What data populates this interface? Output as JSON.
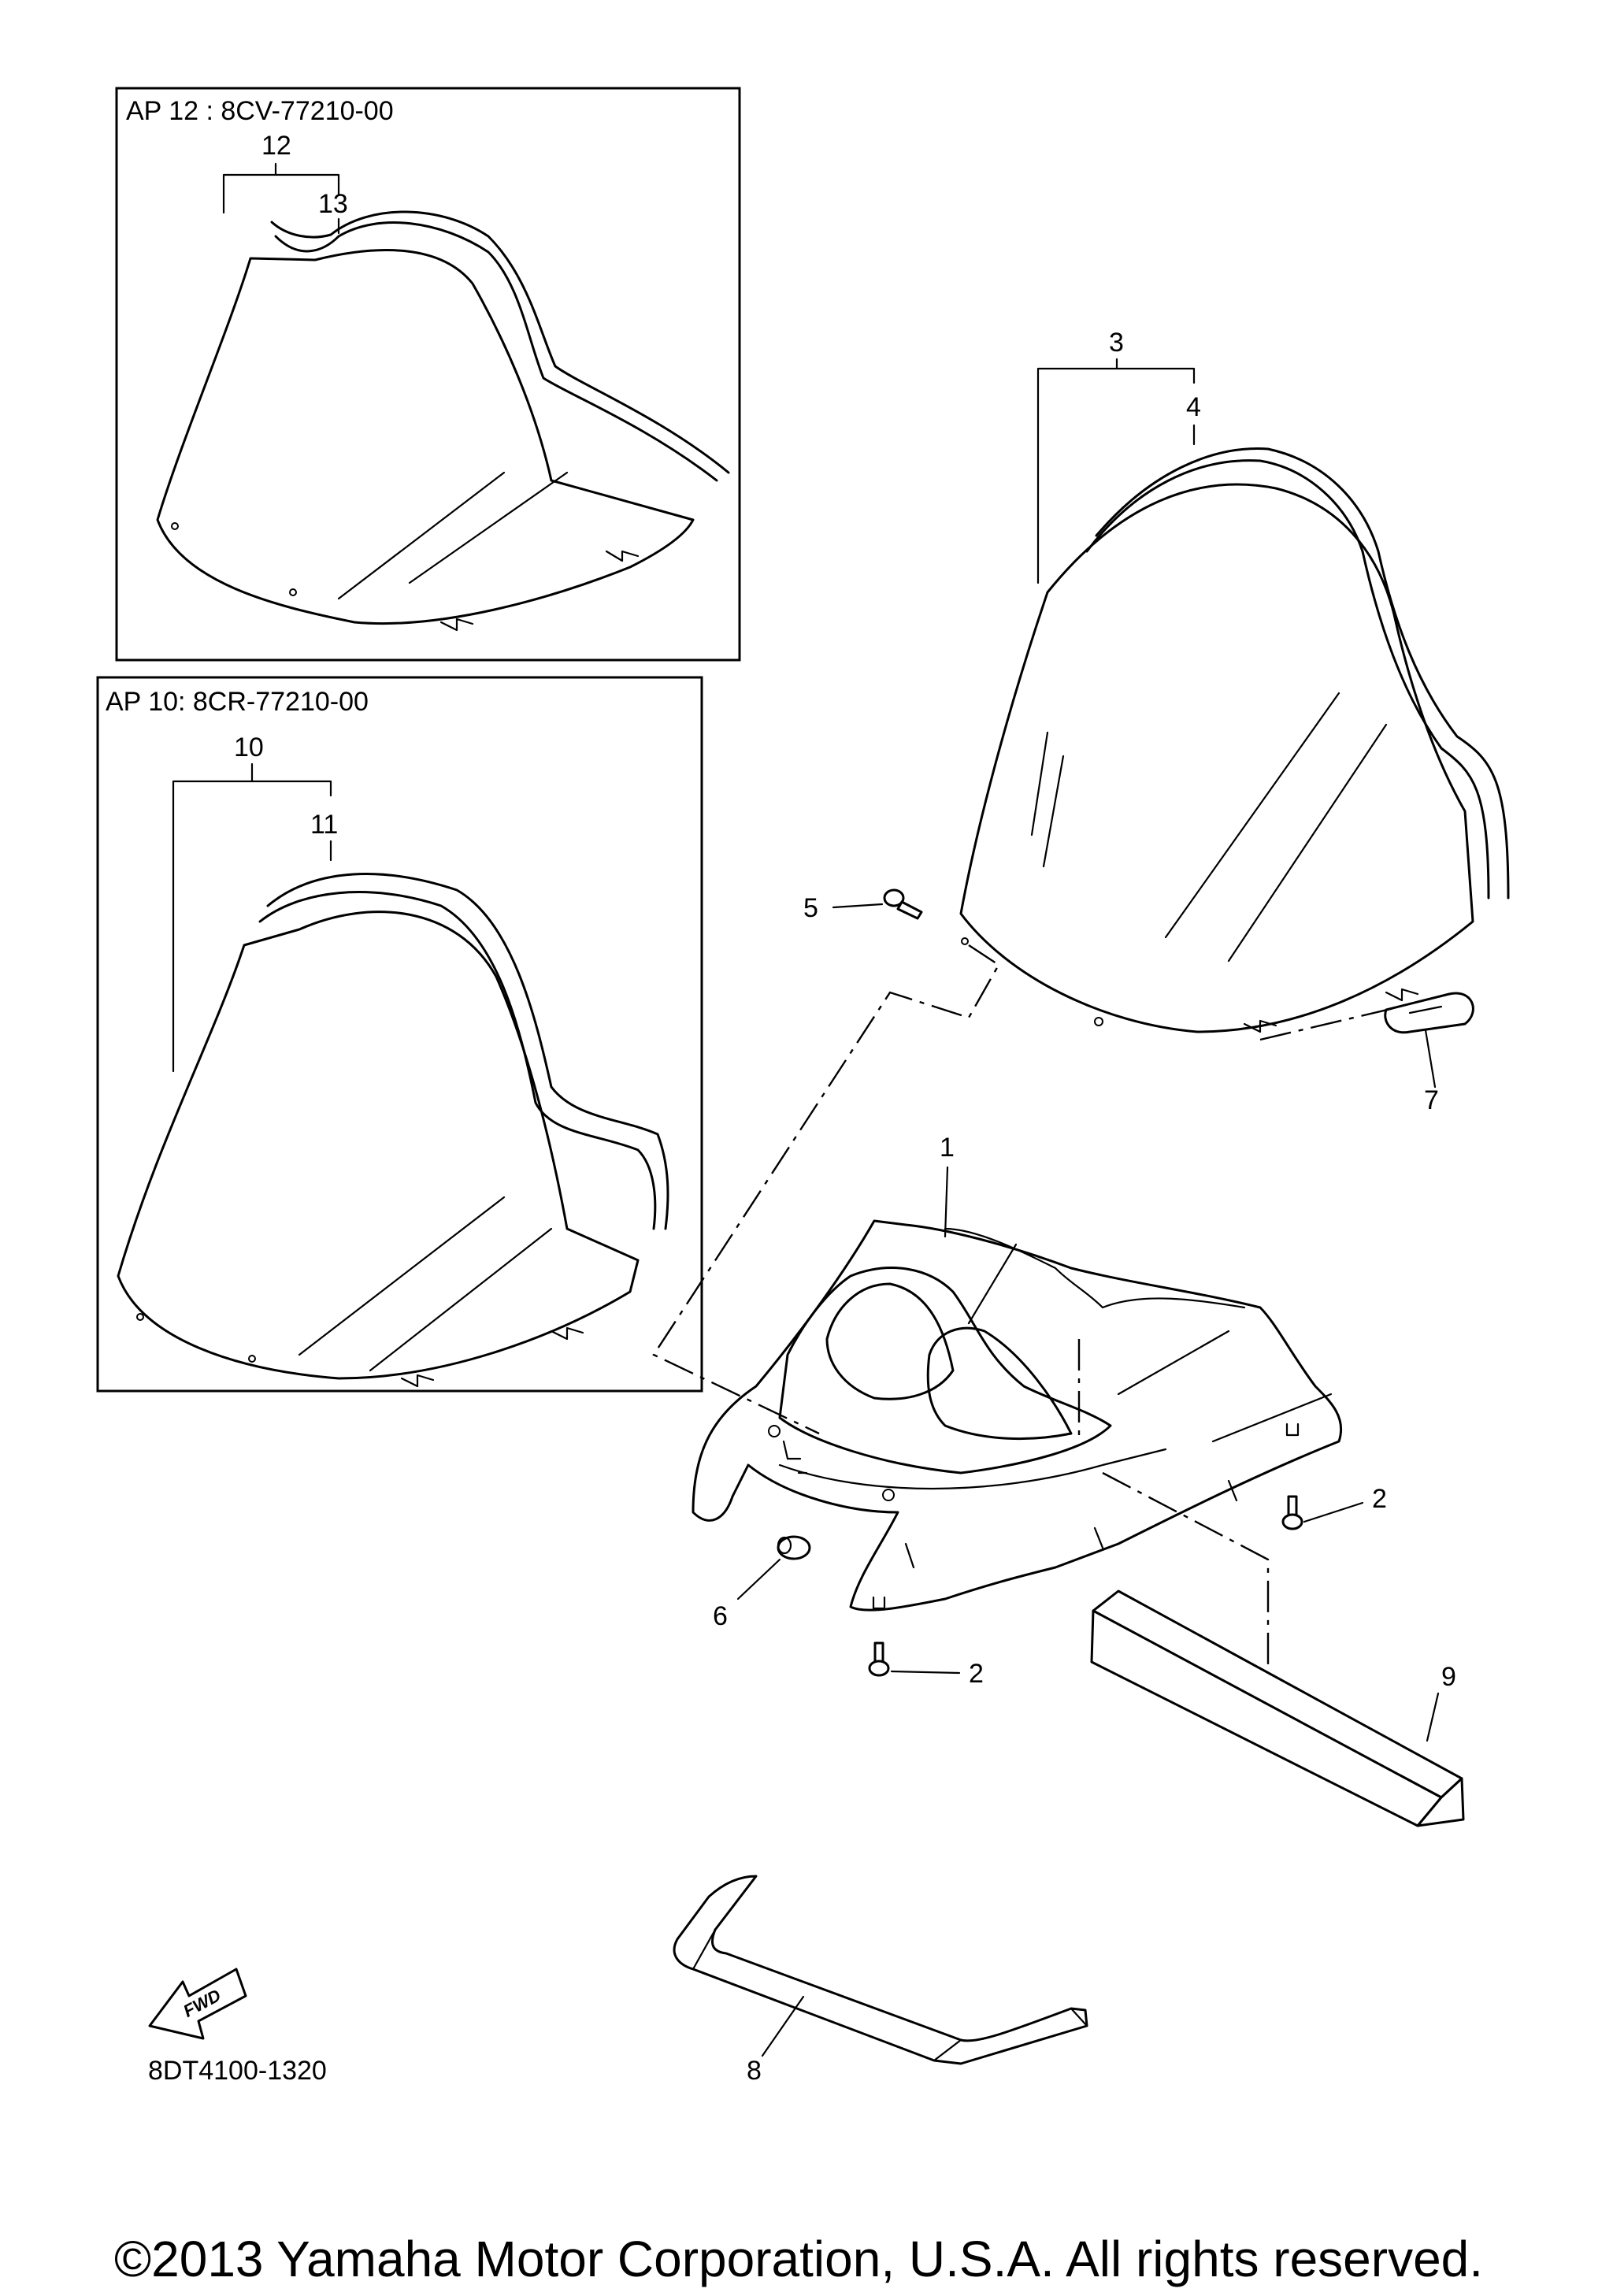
{
  "alt_part_boxes": [
    {
      "id": "ap12",
      "title": "AP  12 : 8CV-77210-00",
      "part_label": "12",
      "sub_label": "13"
    },
    {
      "id": "ap10",
      "title": "AP  10: 8CR-77210-00",
      "part_label": "10",
      "sub_label": "11"
    }
  ],
  "callouts": {
    "p1": "1",
    "p2a": "2",
    "p2b": "2",
    "p3": "3",
    "p4": "4",
    "p5": "5",
    "p6": "6",
    "p7": "7",
    "p8": "8",
    "p9": "9"
  },
  "fwd_badge": "FWD",
  "drawing_number": "8DT4100-1320",
  "copyright": "©2013 Yamaha Motor Corporation, U.S.A. All rights reserved."
}
